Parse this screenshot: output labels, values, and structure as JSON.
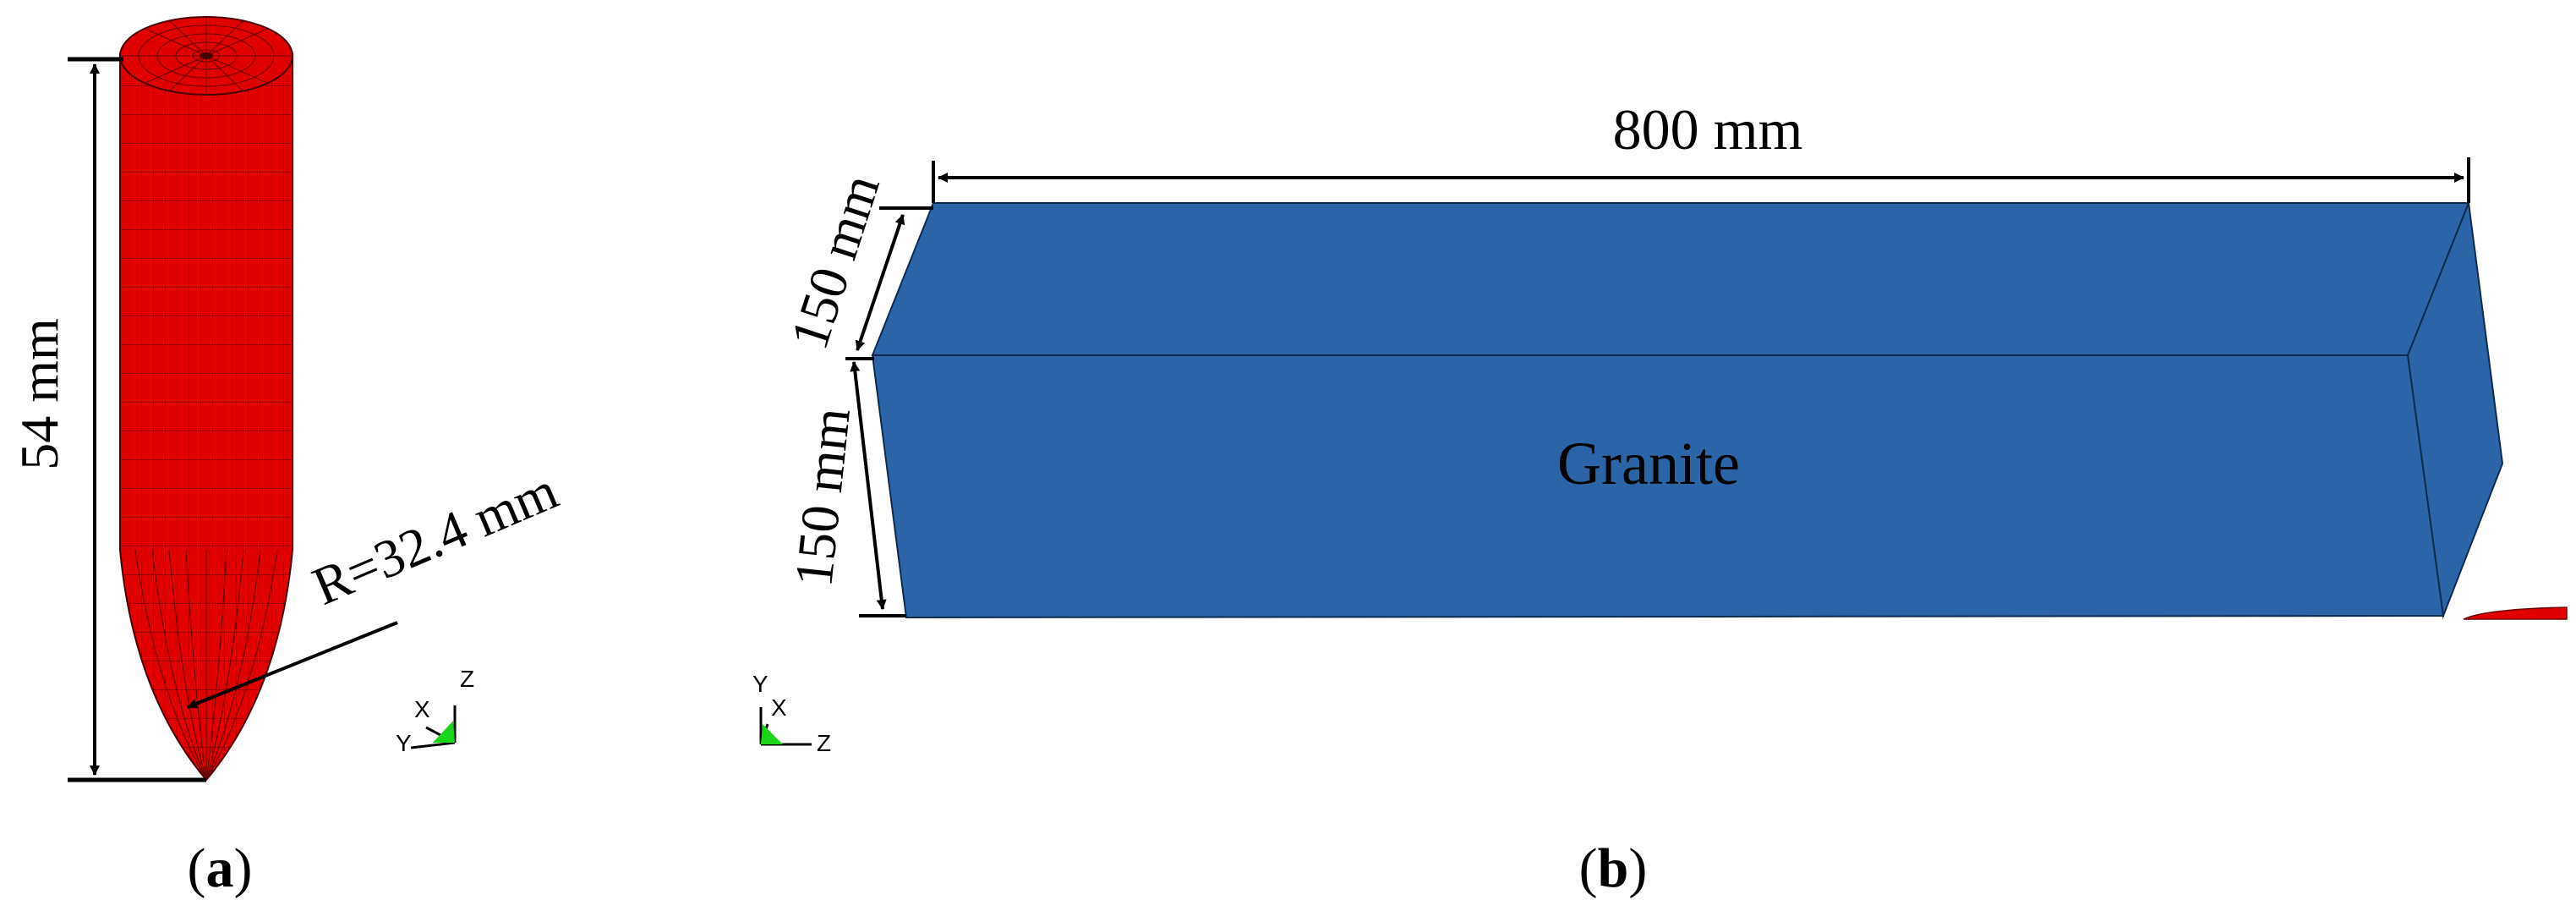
{
  "panel_a": {
    "label_open": "(",
    "label_letter": "a",
    "label_close": ")",
    "height_dim": "54 mm",
    "radius_dim": "R=32.4 mm",
    "triad": {
      "axis_1": "Y",
      "axis_2": "X",
      "axis_3": "Z"
    }
  },
  "panel_b": {
    "label_open": "(",
    "label_letter": "b",
    "label_close": ")",
    "length_dim": "800 mm",
    "depth_dim": "150 mm",
    "height_dim": "150 mm",
    "material_label": "Granite",
    "triad": {
      "axis_1": "Y",
      "axis_2": "X",
      "axis_3": "Z"
    }
  },
  "colors": {
    "projectile_red": "#e00000",
    "block_blue": "#2c64a8",
    "triad_green": "#19d619"
  }
}
